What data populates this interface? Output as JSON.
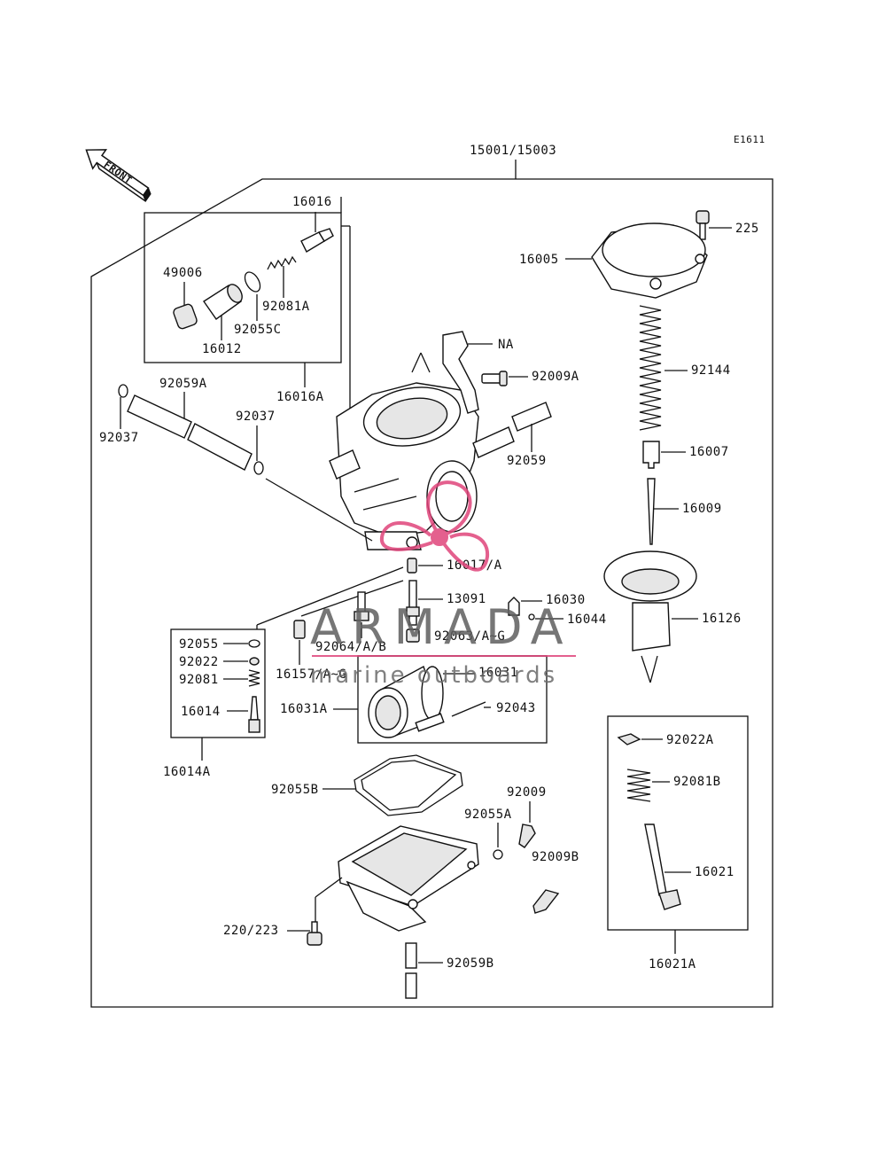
{
  "diagram": {
    "code": "E1611",
    "assembly": "15001/15003",
    "front_label": "FRONT",
    "parts": {
      "p16016": "16016",
      "p49006": "49006",
      "p92081A": "92081A",
      "p16012": "16012",
      "p92055C": "92055C",
      "p16016A": "16016A",
      "p92059A": "92059A",
      "p92037a": "92037",
      "p92037b": "92037",
      "pNA": "NA",
      "p92009A": "92009A",
      "p92059": "92059",
      "p16017": "16017/A",
      "p13091": "13091",
      "p16030": "16030",
      "p16044": "16044",
      "p92063": "92063/A~G",
      "p92064": "92064/A/B",
      "p16157": "16157/A~G",
      "p16031": "16031",
      "p16031A": "16031A",
      "p92043": "92043",
      "p92055": "92055",
      "p92022": "92022",
      "p92081": "92081",
      "p16014": "16014",
      "p16014A": "16014A",
      "p225": "225",
      "p16005": "16005",
      "p92144": "92144",
      "p16007": "16007",
      "p16009": "16009",
      "p16126": "16126",
      "p92022A": "92022A",
      "p92081B": "92081B",
      "p16021": "16021",
      "p16021A": "16021A",
      "p92055B": "92055B",
      "p92009": "92009",
      "p92055A": "92055A",
      "p92009B": "92009B",
      "p220": "220/223",
      "p92059B": "92059B"
    }
  },
  "watermark": {
    "brand": "ARMADA",
    "tagline": "marine outboards",
    "color": "#e0457b"
  }
}
